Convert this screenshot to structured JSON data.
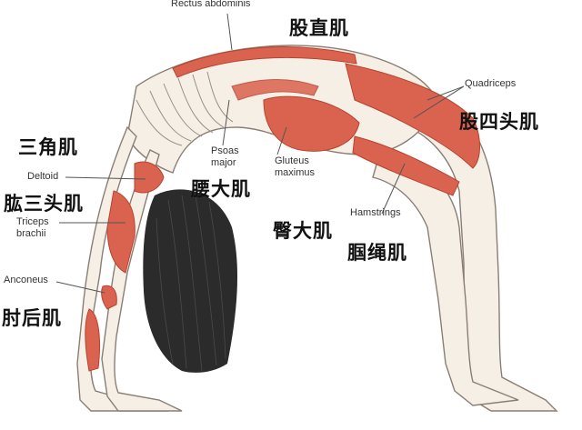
{
  "labels_en": {
    "rectus_abdominis": "Rectus abdominis",
    "quadriceps": "Quadriceps",
    "psoas_major": "Psoas major",
    "gluteus_maximus": "Gluteus maximus",
    "hamstrings": "Hamstrings",
    "deltoid": "Deltoid",
    "triceps_brachii": "Triceps brachii",
    "anconeus": "Anconeus"
  },
  "labels_cn": {
    "rectus_abdominis": "股直肌",
    "quadriceps": "股四头肌",
    "deltoid": "三角肌",
    "triceps": "肱三头肌",
    "psoas": "腰大肌",
    "gluteus": "臀大肌",
    "hamstrings": "腘绳肌",
    "anconeus": "肘后肌"
  },
  "colors": {
    "muscle": "#d9634e",
    "muscle_dark": "#b8432f",
    "bone": "#f6efe6",
    "outline": "#8a7e74",
    "hair": "#2b2b2b",
    "leader": "#555555"
  }
}
